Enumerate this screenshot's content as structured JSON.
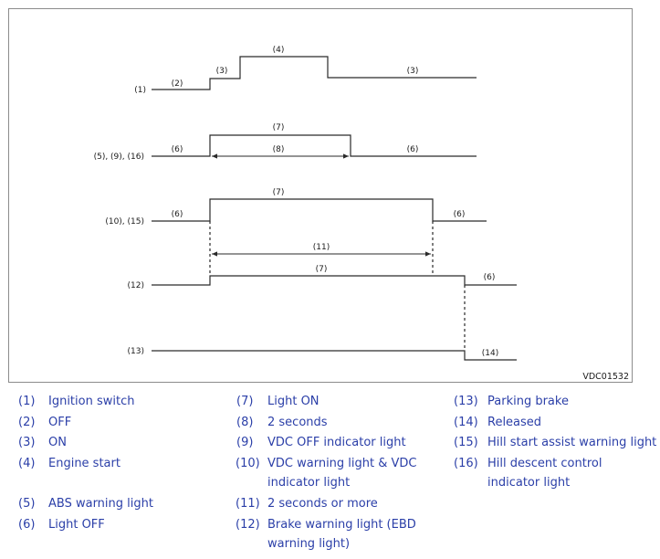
{
  "diagram": {
    "code": "VDC01532",
    "row_labels": {
      "ignition": "(1)",
      "abs_group": "(5), (9), (16)",
      "vdc_group": "(10), (15)",
      "brake": "(12)",
      "parking": "(13)"
    },
    "segment_labels": {
      "off": "(2)",
      "on": "(3)",
      "engine_start": "(4)",
      "light_off": "(6)",
      "light_on": "(7)",
      "two_seconds": "(8)",
      "two_seconds_or_more": "(11)",
      "released": "(14)"
    }
  },
  "legend": [
    {
      "num": "(1)",
      "text": "Ignition switch"
    },
    {
      "num": "(2)",
      "text": "OFF"
    },
    {
      "num": "(3)",
      "text": "ON"
    },
    {
      "num": "(4)",
      "text": "Engine start"
    },
    {
      "num": "(5)",
      "text": "ABS warning light"
    },
    {
      "num": "(6)",
      "text": "Light OFF"
    },
    {
      "num": "(7)",
      "text": "Light ON"
    },
    {
      "num": "(8)",
      "text": "2 seconds"
    },
    {
      "num": "(9)",
      "text": "VDC OFF indicator light"
    },
    {
      "num": "(10)",
      "text": "VDC warning light & VDC indicator light"
    },
    {
      "num": "(11)",
      "text": "2 seconds or more"
    },
    {
      "num": "(12)",
      "text": "Brake warning light (EBD warning light)"
    },
    {
      "num": "(13)",
      "text": "Parking brake"
    },
    {
      "num": "(14)",
      "text": "Released"
    },
    {
      "num": "(15)",
      "text": "Hill start assist warning light"
    },
    {
      "num": "(16)",
      "text": "Hill descent control indicator light"
    }
  ]
}
